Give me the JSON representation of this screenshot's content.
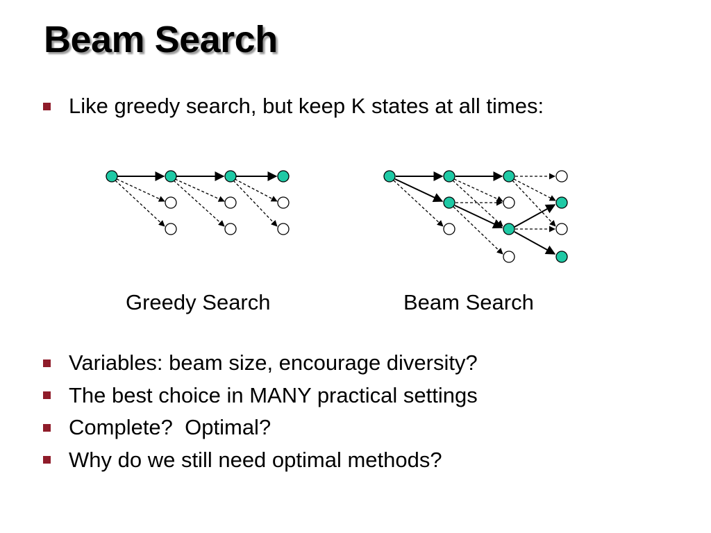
{
  "slide": {
    "title": "Beam Search"
  },
  "bullets_top": [
    "Like greedy search, but keep K states at all times:"
  ],
  "bullets_bottom": [
    "Variables: beam size, encourage diversity?",
    "The best choice in MANY practical settings",
    "Complete?  Optimal?",
    "Why do we still need optimal methods?"
  ],
  "diagrams": {
    "greedy": {
      "caption": "Greedy Search"
    },
    "beam": {
      "caption": "Beam Search"
    }
  },
  "colors": {
    "selected_node": "#1fc9a5",
    "bullet": "#8f1c2a",
    "title_shadow": "#9a9a9a"
  }
}
